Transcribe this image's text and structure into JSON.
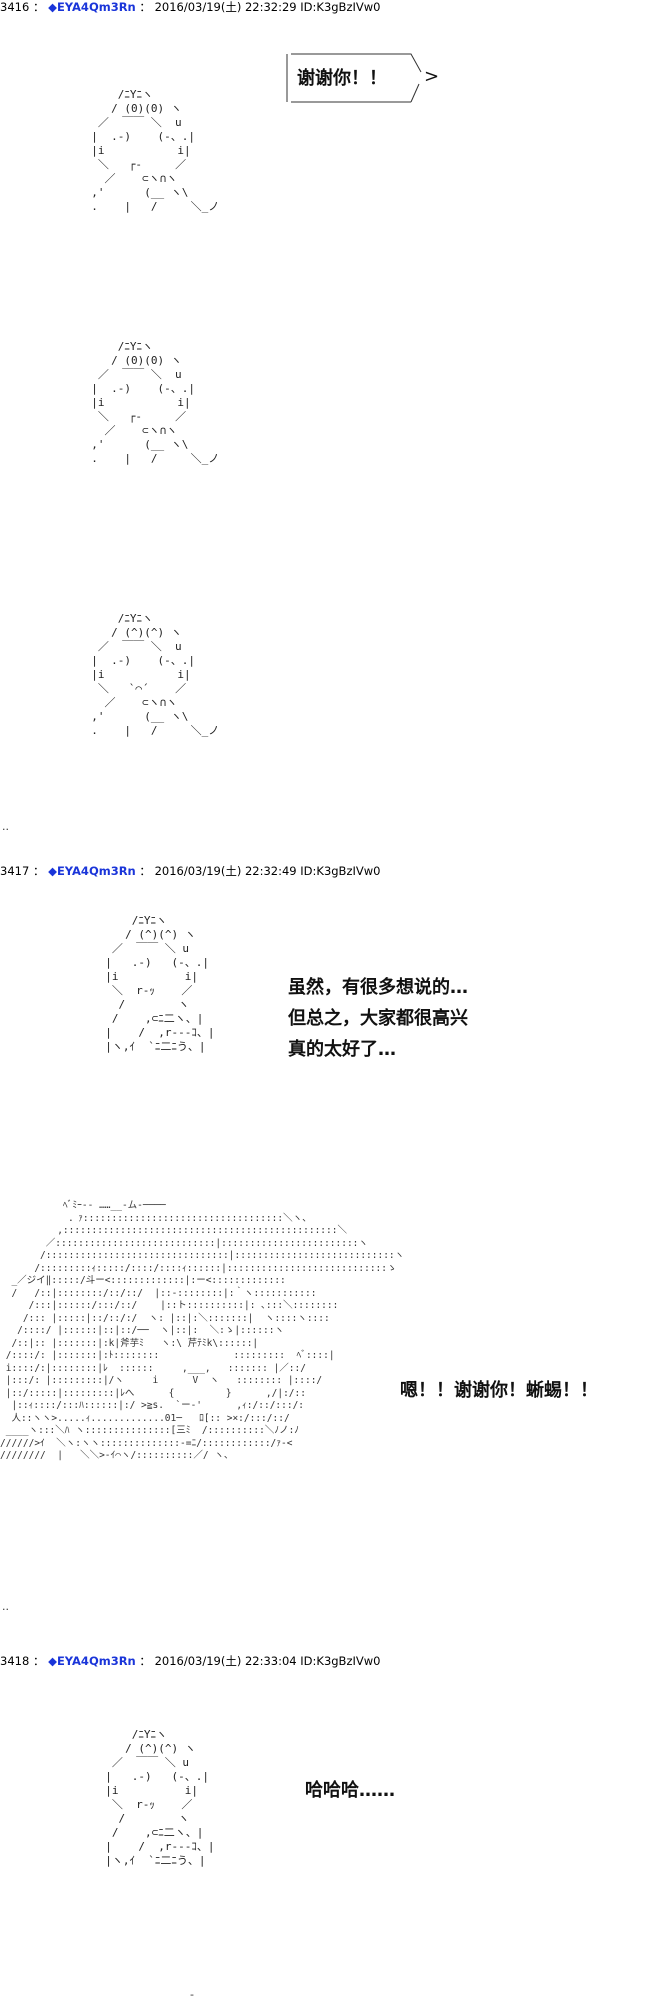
{
  "posts": [
    {
      "number": "3416",
      "separator": "：",
      "trip_marker": "◆",
      "trip": "EYA4Qm3Rn",
      "sep2": "：",
      "datetime": "2016/03/19(土) 22:32:29",
      "id": "ID:K3gBzIVw0",
      "speech": "谢谢你！！",
      "bubble_tail": ">"
    },
    {
      "number": "3417",
      "separator": "：",
      "trip_marker": "◆",
      "trip": "EYA4Qm3Rn",
      "sep2": "：",
      "datetime": "2016/03/19(土) 22:32:49",
      "id": "ID:K3gBzIVw0",
      "speech": "虽然，有很多想说的…\n但总之，大家都很高兴\n真的太好了…",
      "speech2": "嗯！！谢谢你！蜥蜴！！"
    },
    {
      "number": "3418",
      "separator": "：",
      "trip_marker": "◆",
      "trip": "EYA4Qm3Rn",
      "sep2": "：",
      "datetime": "2016/03/19(土) 22:33:04",
      "id": "ID:K3gBzIVw0",
      "speech": "哈哈哈……"
    }
  ],
  "ascii_art": {
    "frog_open_a": "      /ﾆYﾆヽ\n     / (0)(0) ヽ\n   ／  ￣￣ ＼  u\n  |  .-)    (-、.|\n  |i           i|\n   ＼   ┌-     ／\n    ／    ⊂ヽ∩ヽ\n  ,'      (__ ヽ\\\n  .    |   /     ＼_ノ",
    "frog_open_b": "      /ﾆYﾆヽ\n     / (0)(0) ヽ\n   ／  ￣￣ ＼  u\n  |  .-)    (-、.|\n  |i           i|\n   ＼   ┌-     ／\n    ／    ⊂ヽ∩ヽ\n  ,'      (__ ヽ\\\n  .    |   /     ＼_ノ",
    "frog_closed": "      /ﾆYﾆヽ\n     / (^)(^) ヽ\n   ／  ￣￣ ＼  u\n  |  .-)    (-、.|\n  |i           i|\n   ＼   `⌒´    ／\n    ／    ⊂ヽ∩ヽ\n  ,'      (__ ヽ\\\n  .    |   /     ＼_ノ",
    "frog_happy": "      /ﾆYﾆヽ\n     / (^)(^) ヽ\n   ／  ￣￣ ＼ u\n  |   .-)   (-、.|\n  |i          i|\n   ＼  r‐ｯ    ／\n    /        ヽ\n   /    ,⊂ﾆ二ヽ、|\n  |    /  ,r‐‐‐ｺ、|\n  |ヽ,ｲ  `ﾆ二ﾆう、|",
    "crowd": "           ﾍﾞﾐｰ‐‐ ……__‐ム‐────\n            ．ｧ:::::::::::::::::::::::::::::::::::＼ヽ、\n          ,::::::::::::::::::::::::::::::::::::::::::::::::＼\n        ／::::::::::::::::::::::::::::|::::::::::::::::::::::::ヽ\n       /::::::::::::::::::::::::::::::::|::::::::::::::::::::::::::::ヽ\n      /:::::::::ｨ:::::/::::/::::ｨ::::::|::::::::::::::::::::::::::::ゝ\n  _／ジイ‖:::::/斗ー<:::::::::::::|:ー<:::::::::::::\n  /   /::|::::::::/::/::/  |::‐::::::::|:｀ヽ:::::::::::\n     /:::|::::::/:::/::/    |::ト::::::::::|: ､:::＼::::::::\n    /::: |:::::|::/::/:/  ヽ: |::|:＼:::::::|  ヽ::::ヽ::::\n   /::::/ |::::::|::|::/──  ヽ|::|:  ＼:ゝ|::::::ヽ\n  /::|:: |:::::::|:k|斧芋ﾐ   ヽ:\\ 芹ﾃﾐk\\::::::|\n /::::/: |:::::::|:ﾄ::::::::             :::::::::  ﾍﾞ::::|\n i::::/:|::::::::|ﾚ  ::::::     ,___,   ::::::: |／::/\n |:::/: |:::::::::|/ヽ     i      V  ヽ   :::::::: |::::/\n |::/:::::|:::::::::|ﾚへ      {         }      ,/|:/::\n  |::ｨ::::/:::ﾊ::::::|:/ >≧s.  `ー‐'      ,ｨ:/::/:::/:\n  人::ヽヽ>.....ｨ.............01─   ﾛ[:: >×:/:::/::/\n ____ヽ:::＼ﾊ ヽ:::::::::::::::[三ﾐ  /::::::::::＼ﾉノ:ﾉ\n//////>ｲ  ＼ヽ:ヽヽ::::::::::::::‐=ﾆ/::::::::::::/ｧ‐<\n////////  |   ＼＼>‐ｲ⌒ヽ/::::::::::／/ ヽ、"
  }
}
